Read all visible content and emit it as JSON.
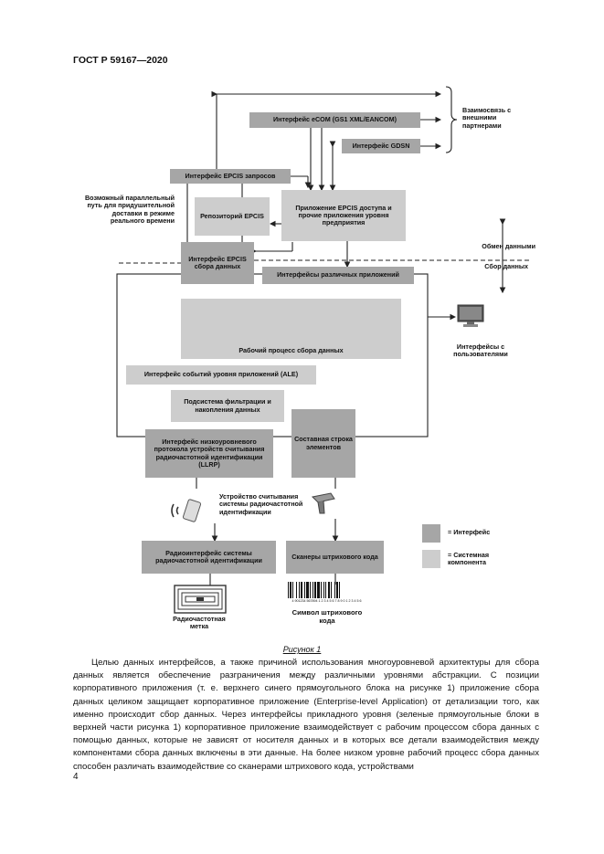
{
  "header": {
    "standard": "ГОСТ Р 59167—2020"
  },
  "diagram": {
    "boxes": {
      "ecom_interface": "Интерфейс eCOM (GS1 XML/EANCOM)",
      "gdsn_interface": "Интерфейс GDSN",
      "epcis_query_interface": "Интерфейс EPCIS запросов",
      "repository": "Репозиторий EPCIS",
      "epcis_app": "Приложение EPCIS доступа и прочие приложения уровня предприятия",
      "epcis_capture_interface": "Интерфейс EPCIS сбора данных",
      "app_interfaces": "Интерфейсы различных приложений",
      "workflow": "Рабочий процесс сбора данных",
      "ale_interface": "Интерфейс событий уровня приложений (ALE)",
      "filtering": "Подсистема фильтрации и накопления данных",
      "llrp_interface": "Интерфейс низкоуровневого протокола устройств считывания радиочастотной идентификации (LLRP)",
      "element_string": "Составная строка элементов",
      "rfid_radio": "Радиоинтерфейс системы радиочастотной идентификации",
      "barcode_scanner": "Сканеры штрихового кода"
    },
    "labels": {
      "partners": "Взаимосвязь с внешними партнерами",
      "alt_path": "Возможный параллельный путь для при­душительной доставки в режиме реального времени",
      "data_exchange": "Обмен данными",
      "data_capture": "Сбор данных",
      "user_interfaces": "Интерфейсы с пользователями",
      "rfid_reader": "Устройство считывания системы радиочастотной идентификации",
      "rfid_tag": "Радиочастотная метка",
      "barcode_symbol": "Символ штрихового кода",
      "barcode_digits": "4 901234 567894 1 2 3 4 5 6 7 8 9 0 1 2 3 4 5 6"
    },
    "legend": {
      "interface": "= Интерфейс",
      "component": "= Системная компонента"
    },
    "colors": {
      "interface_fill": "#a6a6a6",
      "component_fill": "#cdcdcd",
      "line": "#222222"
    }
  },
  "caption": "Рисунок 1",
  "body_text": "Целью данных интерфейсов, а также причиной использования многоуровневой архитектуры для сбора данных является обеспечение разграничения между различными уровнями абстракции. С позиции корпоративного приложения (т. е. верхнего синего прямоугольного блока на рисунке 1) приложение сбора данных целиком защищает корпоративное приложение (Enterprise-level Application) от детализации того, как именно происходит сбор данных. Через интерфейсы прикладного уровня (зеленые прямоугольные блоки в верхней части рисунка 1) корпоративное приложение взаимодействует с рабочим процессом сбора данных с помощью данных, которые не зависят от носителя данных и в которых все детали взаимодействия между компонентами сбора данных включены в эти данные. На более низком уровне рабочий процесс сбора данных способен различать взаимодействие со сканерами штрихового кода, устройствами",
  "page_number": "4"
}
